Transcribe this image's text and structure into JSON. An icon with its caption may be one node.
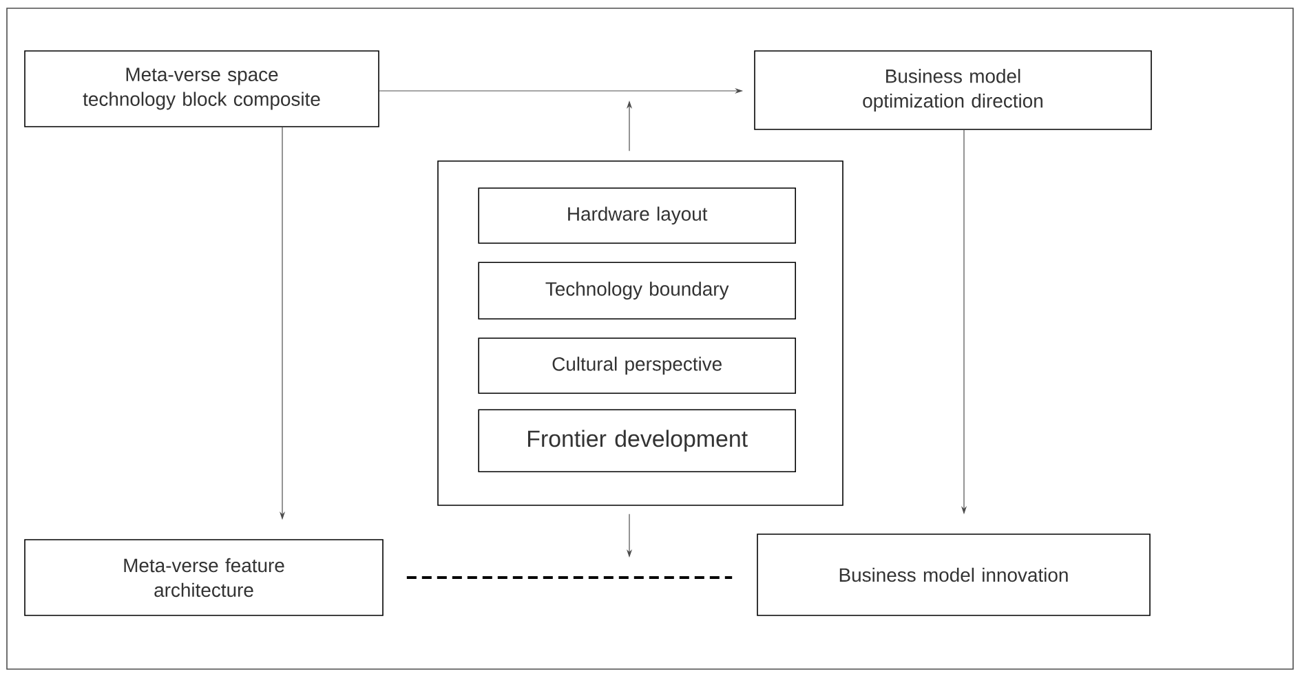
{
  "diagram": {
    "nodes": [
      {
        "text": [
          "Meta-verse space technology block composite"
        ]
      },
      {
        "text": [
          "Business model optimization direction"
        ]
      },
      {
        "text": [],
        "shape": "box"
      },
      {
        "text": [
          "Hardware layout"
        ],
        "in": 2
      },
      {
        "text": [
          "Technology boundary"
        ],
        "in": 2
      },
      {
        "text": [
          "Cultural perspective"
        ],
        "in": 2
      },
      {
        "text": [
          "Frontier development"
        ],
        "in": 2
      },
      {
        "text": [
          "Meta-verse feature architecture"
        ]
      },
      {
        "text": [
          "Business model innovation"
        ]
      }
    ],
    "edges": [
      {
        "from": 0,
        "to": 1,
        "arrow": "to"
      },
      {
        "from": 2,
        "to": null,
        "arrow": "to"
      },
      {
        "from": 2,
        "to": null,
        "arrow": "to"
      },
      {
        "from": 0,
        "to": 7,
        "arrow": "to"
      },
      {
        "from": 1,
        "to": 8,
        "arrow": "to"
      },
      {
        "from": 7,
        "to": 8,
        "arrow": "none",
        "style": "dashed"
      }
    ]
  }
}
